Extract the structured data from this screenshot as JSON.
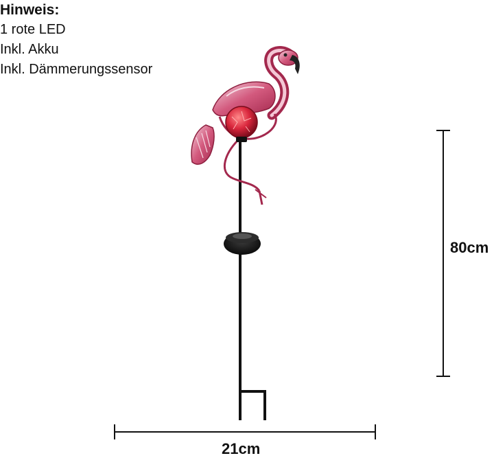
{
  "notes": {
    "heading": "Hinweis:",
    "lines": [
      "1 rote LED",
      "Inkl. Akku",
      "Inkl. Dämmerungssensor"
    ]
  },
  "dimensions": {
    "height_label": "80cm",
    "width_label": "21cm"
  },
  "colors": {
    "flamingo_body": "#c94a6e",
    "flamingo_light": "#f1c9d6",
    "globe": "#d9263c",
    "stake": "#111111"
  }
}
